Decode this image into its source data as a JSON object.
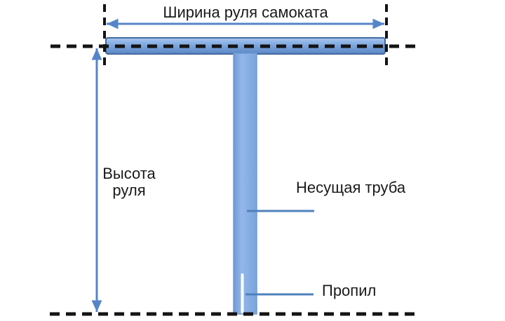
{
  "diagram": {
    "subject": "scooter-handlebar-dimensions",
    "labels": {
      "width": "Ширина руля самоката",
      "height_line1": "Высота",
      "height_line2": "руля",
      "tube": "Несущая труба",
      "slot": "Пропил"
    },
    "colors": {
      "background": "#ffffff",
      "text": "#1a1a1a",
      "dash": "#141414",
      "arrow": "#5585c8",
      "leader": "#4f81bd",
      "part_border": "#44699f",
      "bar_top": "#a9c7ef",
      "bar_mid": "#7aa4dd",
      "bar_bottom": "#5c86c2",
      "tube_edge": "#6f99d5",
      "tube_center": "#93b7ea",
      "tube_right": "#7aa4dd",
      "slot_fill": "#ffffff"
    }
  }
}
